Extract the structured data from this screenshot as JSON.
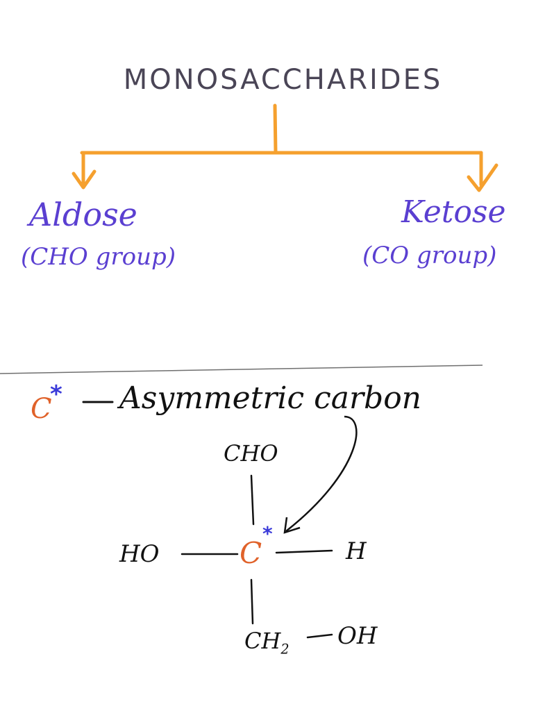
{
  "title": "MONOSACCHARIDES",
  "branches": [
    {
      "name": "Aldose",
      "group": "(CHO group)"
    },
    {
      "name": "Ketose",
      "group": "(CO group)"
    }
  ],
  "legend": {
    "symbol": "C",
    "star": "*",
    "text": "Asymmetric carbon"
  },
  "structure": {
    "top": "CHO",
    "left": "HO",
    "center": "C",
    "center_star": "*",
    "right": "H",
    "bottom_main": "CH",
    "bottom_sub": "2",
    "bottom_tail": "OH"
  },
  "colors": {
    "arrows": "#f5a02e",
    "branch_text": "#5a3fd1",
    "title": "#4a4556",
    "asymmetric_carbon": "#e0622a",
    "star": "#3b3bd9"
  }
}
